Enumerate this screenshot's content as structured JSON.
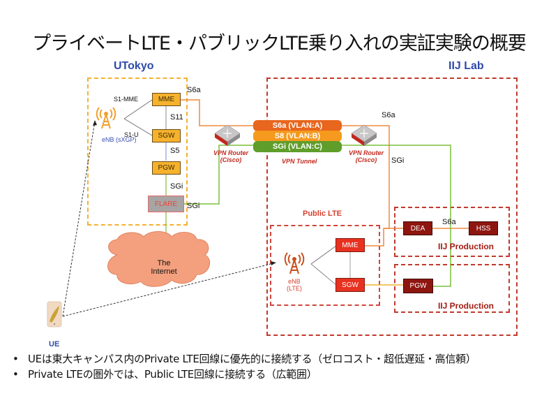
{
  "title": "プライベートLTE・パブリックLTE乗り入れの実証実験の概要",
  "sites": {
    "utokyo": "UTokyo",
    "iij": "IIJ Lab"
  },
  "private_lte": {
    "enb_label": "eNB (sXGP)",
    "nodes": {
      "mme": "MME",
      "sgw": "SGW",
      "pgw": "PGW",
      "flare": "FLARE"
    },
    "links": {
      "s1_mme": "S1-MME",
      "s1_u": "S1-U",
      "s11": "S11",
      "s5": "S5",
      "sgi_pgw": "SGi",
      "sgi_flare": "SGi",
      "s6a": "S6a"
    }
  },
  "vpn": {
    "router_left": [
      "VPN Router",
      "(Cisco)"
    ],
    "router_right": [
      "VPN Router",
      "(Cisco)"
    ],
    "tunnel_label": "VPN Tunnel",
    "vlans": [
      {
        "label": "S6a (VLAN:A)",
        "color": "#e8661d"
      },
      {
        "label": "S8 (VLAN:B)",
        "color": "#f59a1e"
      },
      {
        "label": "SGi (VLAN:C)",
        "color": "#5f9e2a"
      }
    ],
    "right_labels": {
      "s6a": "S6a",
      "sgi": "SGi"
    }
  },
  "public_lte": {
    "title": "Public LTE",
    "enb_label": [
      "eNB",
      "(LTE)"
    ],
    "nodes": {
      "mme": "MME",
      "sgw": "SGW"
    }
  },
  "iij_production": {
    "upper": {
      "title": "IIJ Production",
      "dea": "DEA",
      "hss": "HSS",
      "link": "S6a"
    },
    "lower": {
      "title": "IIJ Production",
      "pgw": "PGW"
    }
  },
  "internet": [
    "The",
    "Internet"
  ],
  "ue_label": "UE",
  "bullets": [
    "UEは東大キャンパス内のPrivate LTE回線に優先的に接続する（ゼロコスト・超低遅延・高信頼）",
    "Private LTEの圏外では、Public LTE回線に接続する（広範囲）"
  ],
  "colors": {
    "utokyo_border": "#f2b233",
    "iij_border": "#c0392b",
    "s6a_line": "#f08a3c",
    "sgi_line": "#7cbf3a",
    "site_label": "#2e4aa8"
  }
}
